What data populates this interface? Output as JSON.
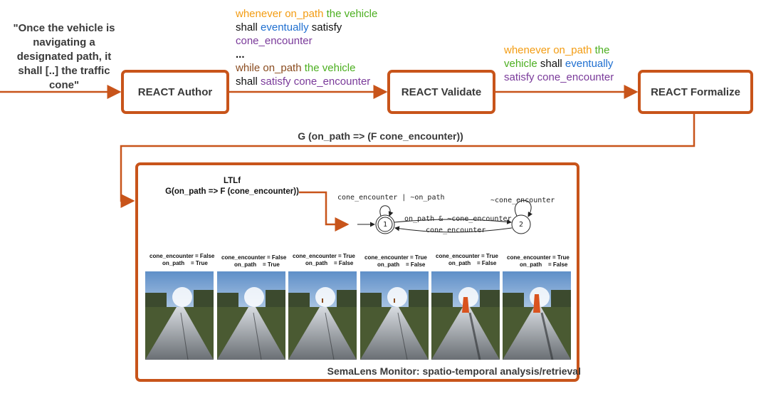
{
  "quote": "\"Once the vehicle is navigating a designated path, it shall [..] the traffic cone\"",
  "boxes": {
    "author": "REACT Author",
    "validate": "REACT Validate",
    "formalize": "REACT Formalize"
  },
  "req1": {
    "l1a": "whenever on_path",
    "l1b": " the vehicle",
    "l2a": "shall ",
    "l2b": "eventually",
    "l2c": " satisfy",
    "l3": "cone_encounter",
    "l4": "...",
    "l5a": "while on_path",
    "l5b": " the vehicle",
    "l6a": "shall  ",
    "l6b": "satisfy cone_encounter"
  },
  "req2": {
    "l1a": "whenever on_path",
    "l1b": " the",
    "l2a": "vehicle",
    "l2b": " shall ",
    "l2c": "eventually",
    "l3": "satisfy cone_encounter"
  },
  "formula": "G (on_path => (F cone_encounter))",
  "monitor": {
    "ltl_title": "LTLf",
    "ltl_formula": "G(on_path => F (cone_encounter))",
    "automaton": {
      "state1": "1",
      "state2": "2",
      "self_loop1": "cone_encounter | ~on_path",
      "self_loop2": "~cone_encounter",
      "edge_1_2": "on_path & ~cone_encounter",
      "edge_2_1": "cone_encounter"
    },
    "frames": [
      {
        "cone": "cone_encounter = False",
        "path": "on_path",
        "path_val": "= True"
      },
      {
        "cone": "cone_encounter = False",
        "path": "on_path",
        "path_val": "= True"
      },
      {
        "cone": "cone_encounter = True",
        "path": "on_path",
        "path_val": "= False"
      },
      {
        "cone": "cone_encounter = True",
        "path": "on_path",
        "path_val": "= False"
      },
      {
        "cone": "cone_encounter = True",
        "path": "on_path",
        "path_val": "= False"
      },
      {
        "cone": "cone_encounter = True",
        "path": "on_path",
        "path_val": "= False"
      }
    ],
    "caption": "SemaLens Monitor: spatio-temporal analysis/retrieval"
  },
  "colors": {
    "accent": "#c8541a"
  }
}
